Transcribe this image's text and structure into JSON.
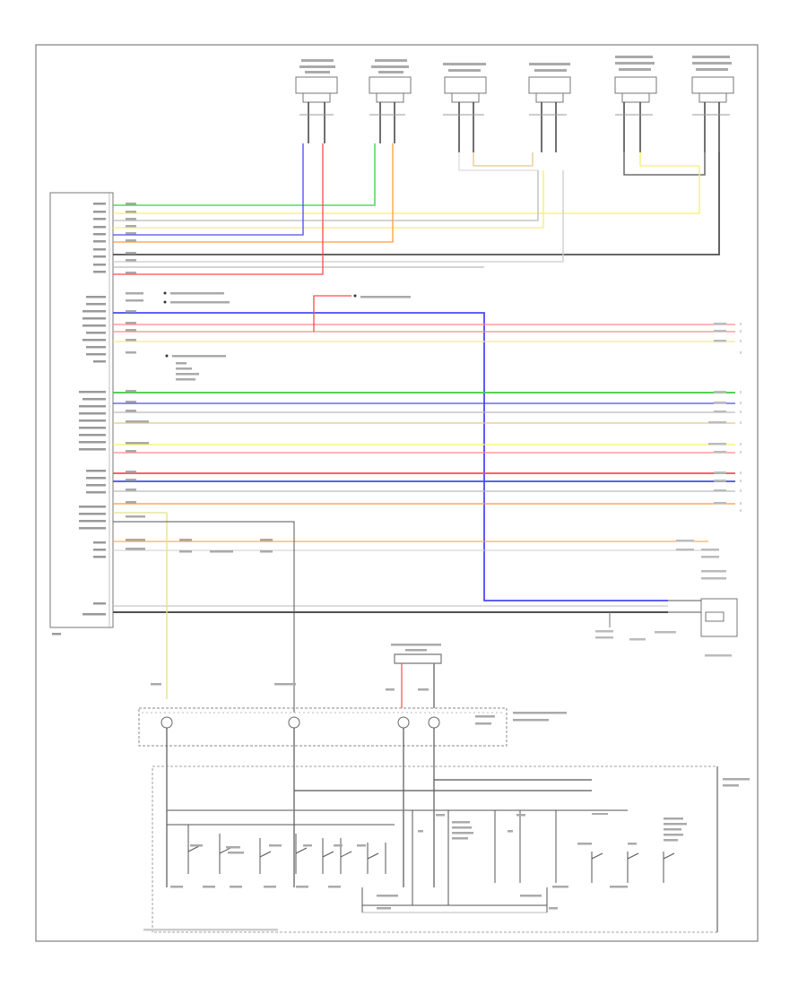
{
  "diagram": {
    "corner_code": "",
    "colors": {
      "green": "#3ccc3c",
      "blue": "#4a4af5",
      "red": "#ff4a4a",
      "orange": "#ff9a3c",
      "yellow": "#f5f06a",
      "pink": "#ff8a8a",
      "dkgray": "#505050",
      "ltgray": "#bbbbbb",
      "tan": "#e6c88a"
    },
    "speakers": [
      {
        "name": "speaker-1"
      },
      {
        "name": "speaker-2"
      },
      {
        "name": "speaker-3"
      },
      {
        "name": "speaker-4"
      },
      {
        "name": "speaker-5"
      },
      {
        "name": "speaker-6"
      }
    ],
    "unit_label": "",
    "footnote": ""
  }
}
